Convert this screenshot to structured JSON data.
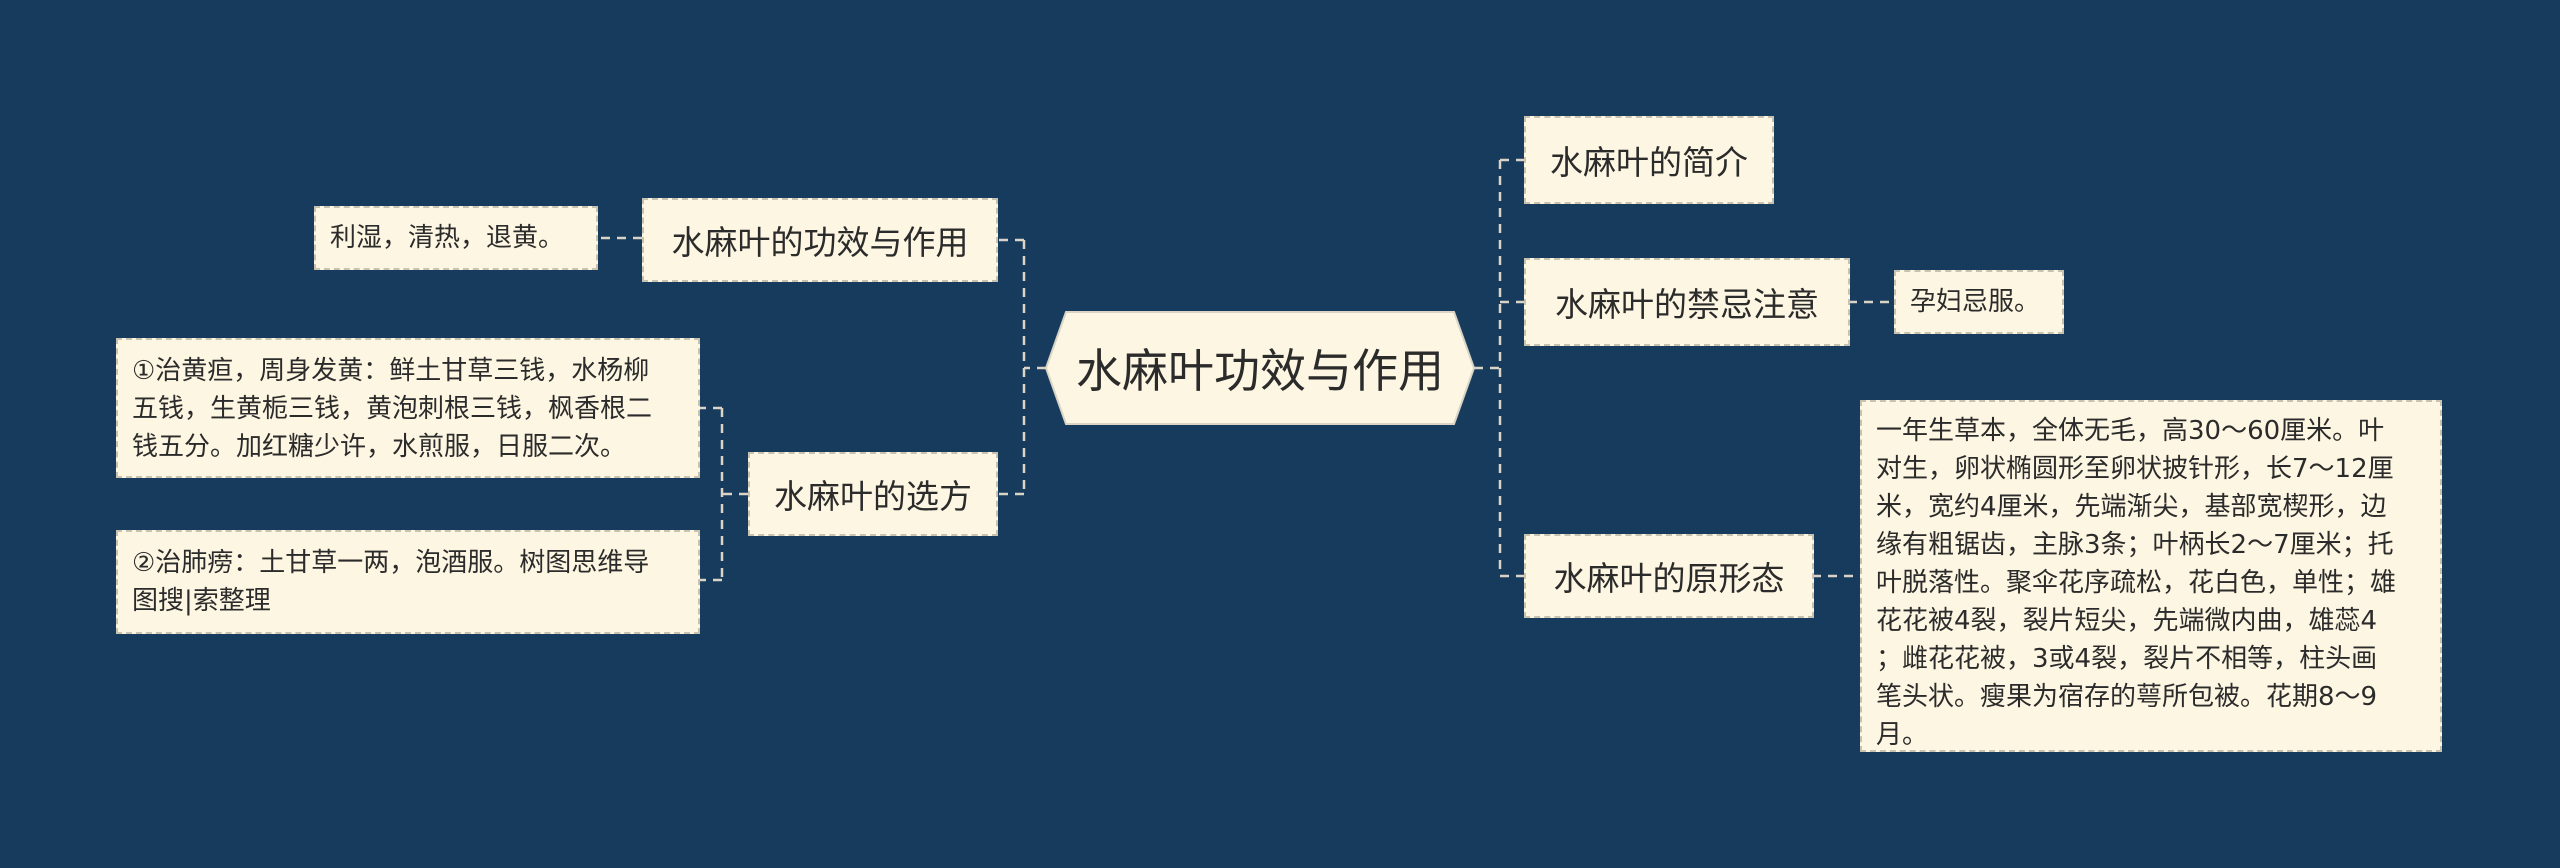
{
  "root": {
    "title": "水麻叶功效与作用"
  },
  "left": {
    "effects": {
      "label": "水麻叶的功效与作用",
      "detail": "利湿，清热，退黄。"
    },
    "prescriptions": {
      "label": "水麻叶的选方",
      "item1_lines": [
        "①治黄疸，周身发黄：鲜土甘草三钱，水杨柳",
        "五钱，生黄栀三钱，黄泡刺根三钱，枫香根二",
        "钱五分。加红糖少许，水煎服，日服二次。"
      ],
      "item2_lines": [
        "②治肺痨：土甘草一两，泡酒服。树图思维导",
        "图搜|索整理"
      ]
    }
  },
  "right": {
    "intro": {
      "label": "水麻叶的简介"
    },
    "taboo": {
      "label": "水麻叶的禁忌注意",
      "detail": "孕妇忌服。"
    },
    "morphology": {
      "label": "水麻叶的原形态",
      "detail_lines": [
        "一年生草本，全体无毛，高30～60厘米。叶",
        "对生，卵状椭圆形至卵状披针形，长7～12厘",
        "米，宽约4厘米，先端渐尖，基部宽楔形，边",
        "缘有粗锯齿，主脉3条；叶柄长2～7厘米；托",
        "叶脱落性。聚伞花序疏松，花白色，单性；雄",
        "花花被4裂，裂片短尖，先端微内曲，雄蕊4",
        "；雌花花被，3或4裂，裂片不相等，柱头画",
        "笔头状。瘦果为宿存的萼所包被。花期8～9",
        "月。"
      ]
    }
  },
  "colors": {
    "background": "#173b5c",
    "node_fill": "#fdf6e2",
    "line": "#d9d4c6"
  }
}
